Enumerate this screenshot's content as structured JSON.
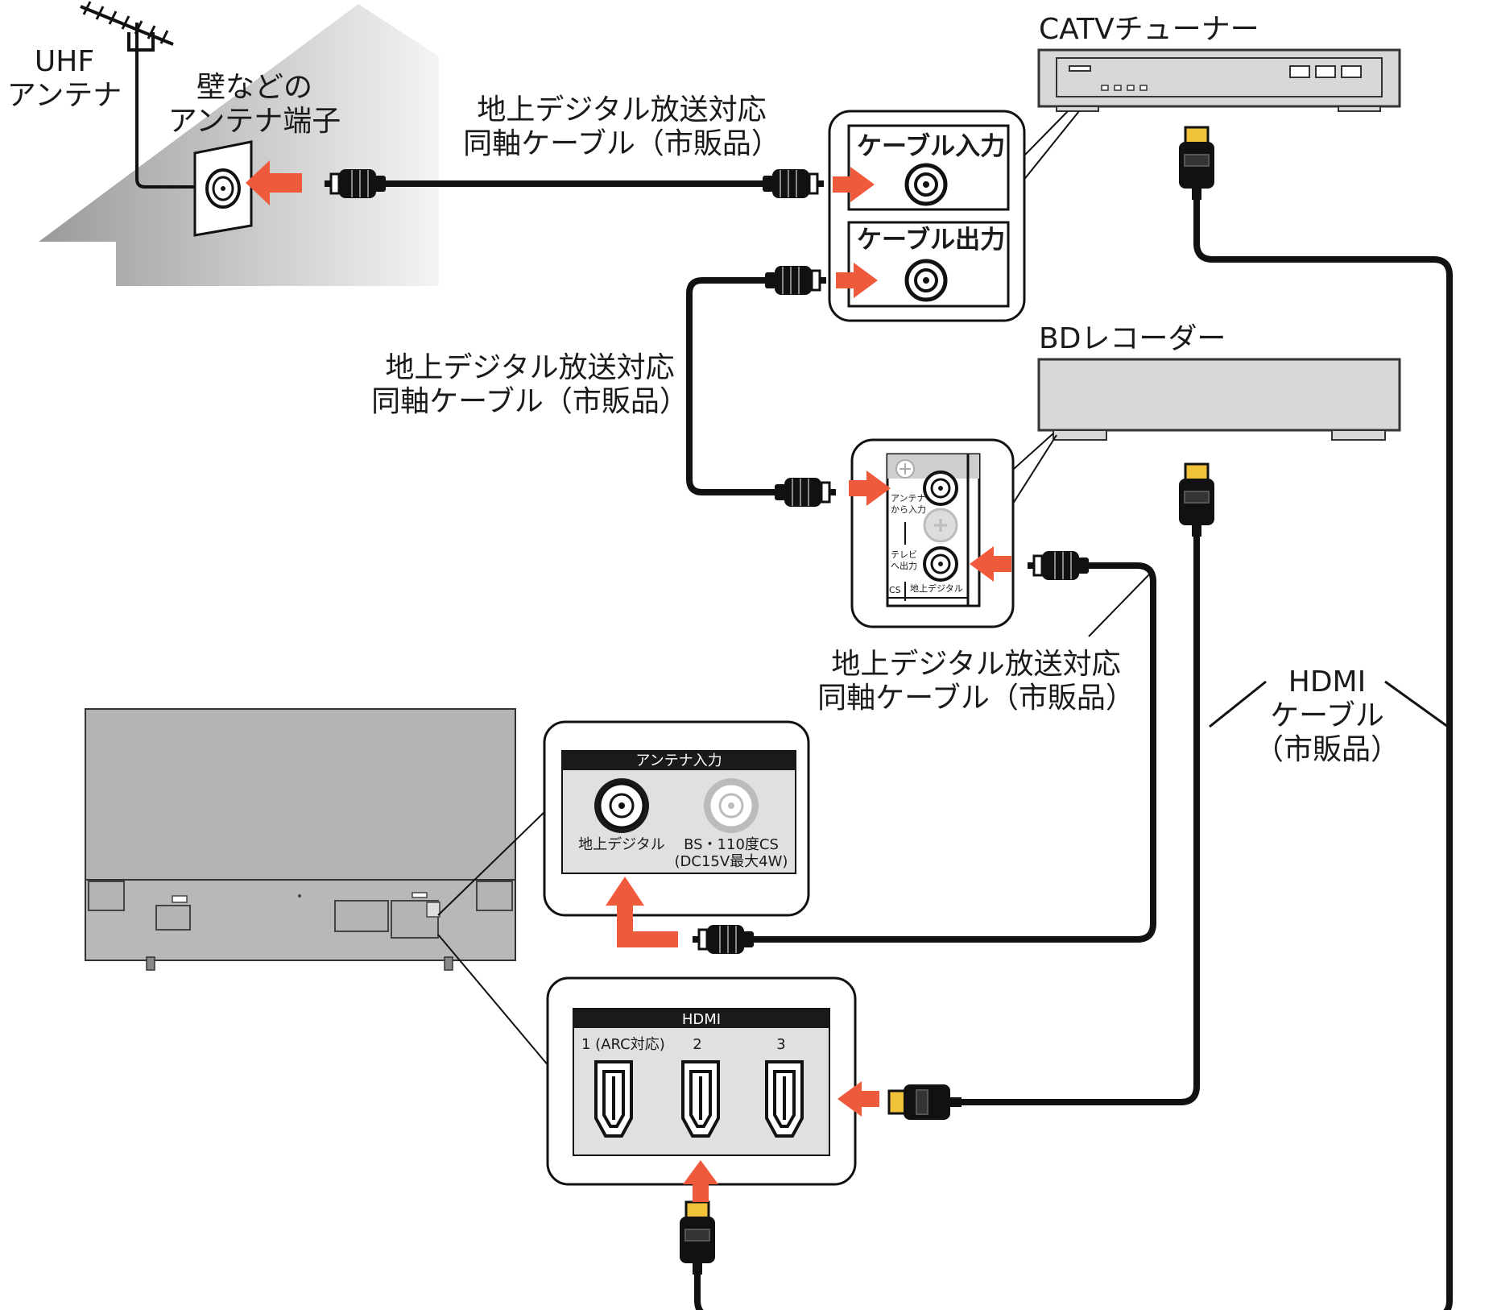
{
  "labels": {
    "uhf_antenna_line1": "UHF",
    "uhf_antenna_line2": "アンテナ",
    "wall_terminal_line1": "壁などの",
    "wall_terminal_line2": "アンテナ端子",
    "cable_top_line1": "地上デジタル放送対応",
    "cable_top_line2": "同軸ケーブル（市販品）",
    "cable_mid_line1": "地上デジタル放送対応",
    "cable_mid_line2": "同軸ケーブル（市販品）",
    "cable_bottom_line1": "地上デジタル放送対応",
    "cable_bottom_line2": "同軸ケーブル（市販品）",
    "catv_tuner": "CATVチューナー",
    "bd_recorder": "BDレコーダー",
    "cable_in": "ケーブル入力",
    "cable_out": "ケーブル出力",
    "bd_antenna_in_line1": "アンテナ",
    "bd_antenna_in_line2": "から入力",
    "bd_tv_out_line1": "テレビ",
    "bd_tv_out_line2": "へ出力",
    "bd_cs_partial": "CS",
    "bd_terrestrial": "地上デジタル",
    "hdmi_cable_line1": "HDMI",
    "hdmi_cable_line2": "ケーブル",
    "hdmi_cable_line3": "（市販品）",
    "tv_antenna_input_header": "アンテナ入力",
    "tv_terrestrial": "地上デジタル",
    "tv_bs_line1": "BS・110度CS",
    "tv_bs_line2": "(DC15V最大4W)",
    "tv_hdmi_header": "HDMI",
    "hdmi_port_1": "1 (ARC対応)",
    "hdmi_port_2": "2",
    "hdmi_port_3": "3"
  },
  "colors": {
    "arrow": "#f05a3c",
    "cable": "#111111",
    "device_fill": "#d8d8d8",
    "tv_fill": "#b4b4b4",
    "hdmi_tip": "#f0c23a",
    "panel_fill": "#e0e0e0"
  }
}
